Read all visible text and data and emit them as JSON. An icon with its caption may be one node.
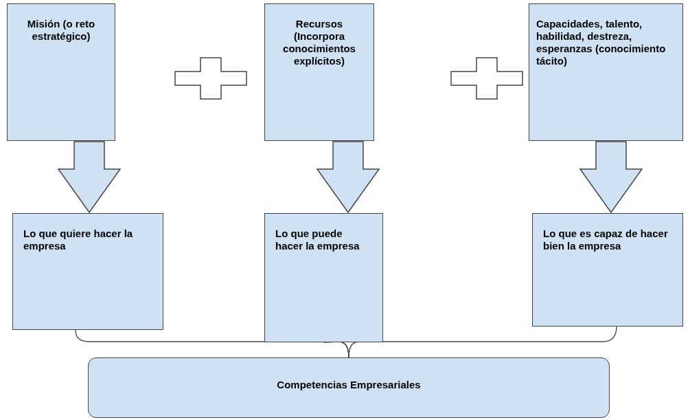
{
  "diagram": {
    "nodes": [
      {
        "text": [
          "Misión (o reto estratégico)"
        ]
      },
      {
        "text": [
          "Recursos (Incorpora conocimientos explícitos)"
        ]
      },
      {
        "text": [
          "Capacidades, talento, habilidad, destreza, esperanzas (conocimiento tácito)"
        ]
      },
      {
        "text": [
          "Lo que quiere hacer la empresa"
        ]
      },
      {
        "text": [
          "Lo que puede hacer la empresa"
        ]
      },
      {
        "text": [
          "Lo que es capaz de hacer bien la empresa"
        ]
      },
      {
        "text": [
          "Competencias Empresariales"
        ]
      }
    ],
    "edges": [
      {
        "from": 0,
        "to": 3,
        "arrow": "to"
      },
      {
        "from": 1,
        "to": 4,
        "arrow": "to"
      },
      {
        "from": 2,
        "to": 5,
        "arrow": "to"
      },
      {
        "from": 3,
        "to": 6,
        "arrow": "none"
      },
      {
        "from": 4,
        "to": 6,
        "arrow": "none"
      },
      {
        "from": 5,
        "to": 6,
        "arrow": "none"
      }
    ]
  }
}
